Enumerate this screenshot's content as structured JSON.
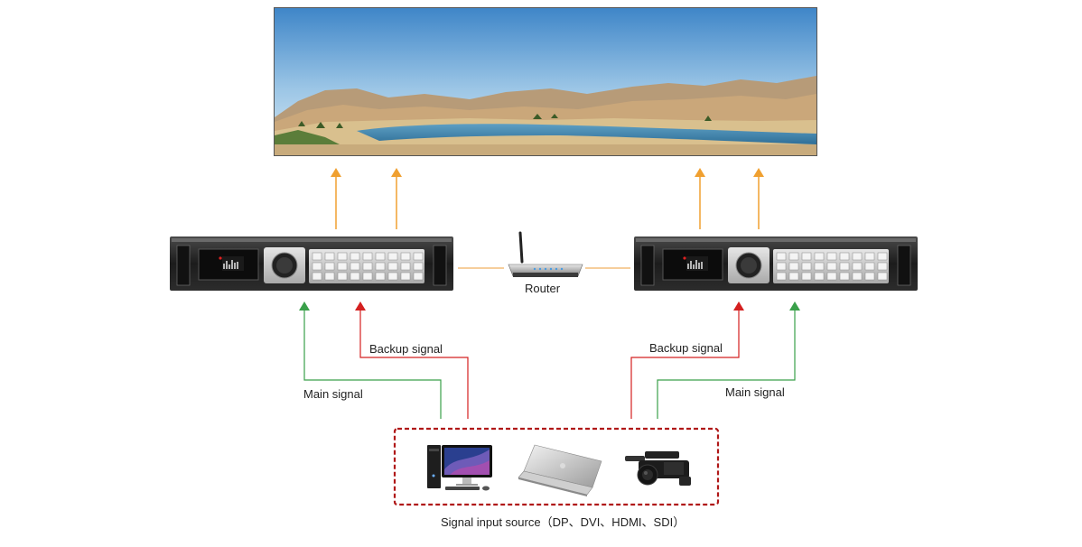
{
  "labels": {
    "router": "Router",
    "backup_left": "Backup signal",
    "main_left": "Main signal",
    "backup_right": "Backup signal",
    "main_right": "Main signal",
    "source": "Signal input source（DP、DVI、HDMI、SDI）"
  },
  "colors": {
    "output_arrow": "#f0a030",
    "backup_line": "#d42020",
    "main_line": "#3aa04a",
    "source_box": "#b01818",
    "router_link": "#f0b060"
  },
  "devices": {
    "display": "led-screen",
    "processors": [
      "video-processor",
      "video-processor"
    ],
    "router": "wireless-router",
    "sources": [
      "desktop-pc",
      "laptop",
      "video-camera"
    ]
  }
}
